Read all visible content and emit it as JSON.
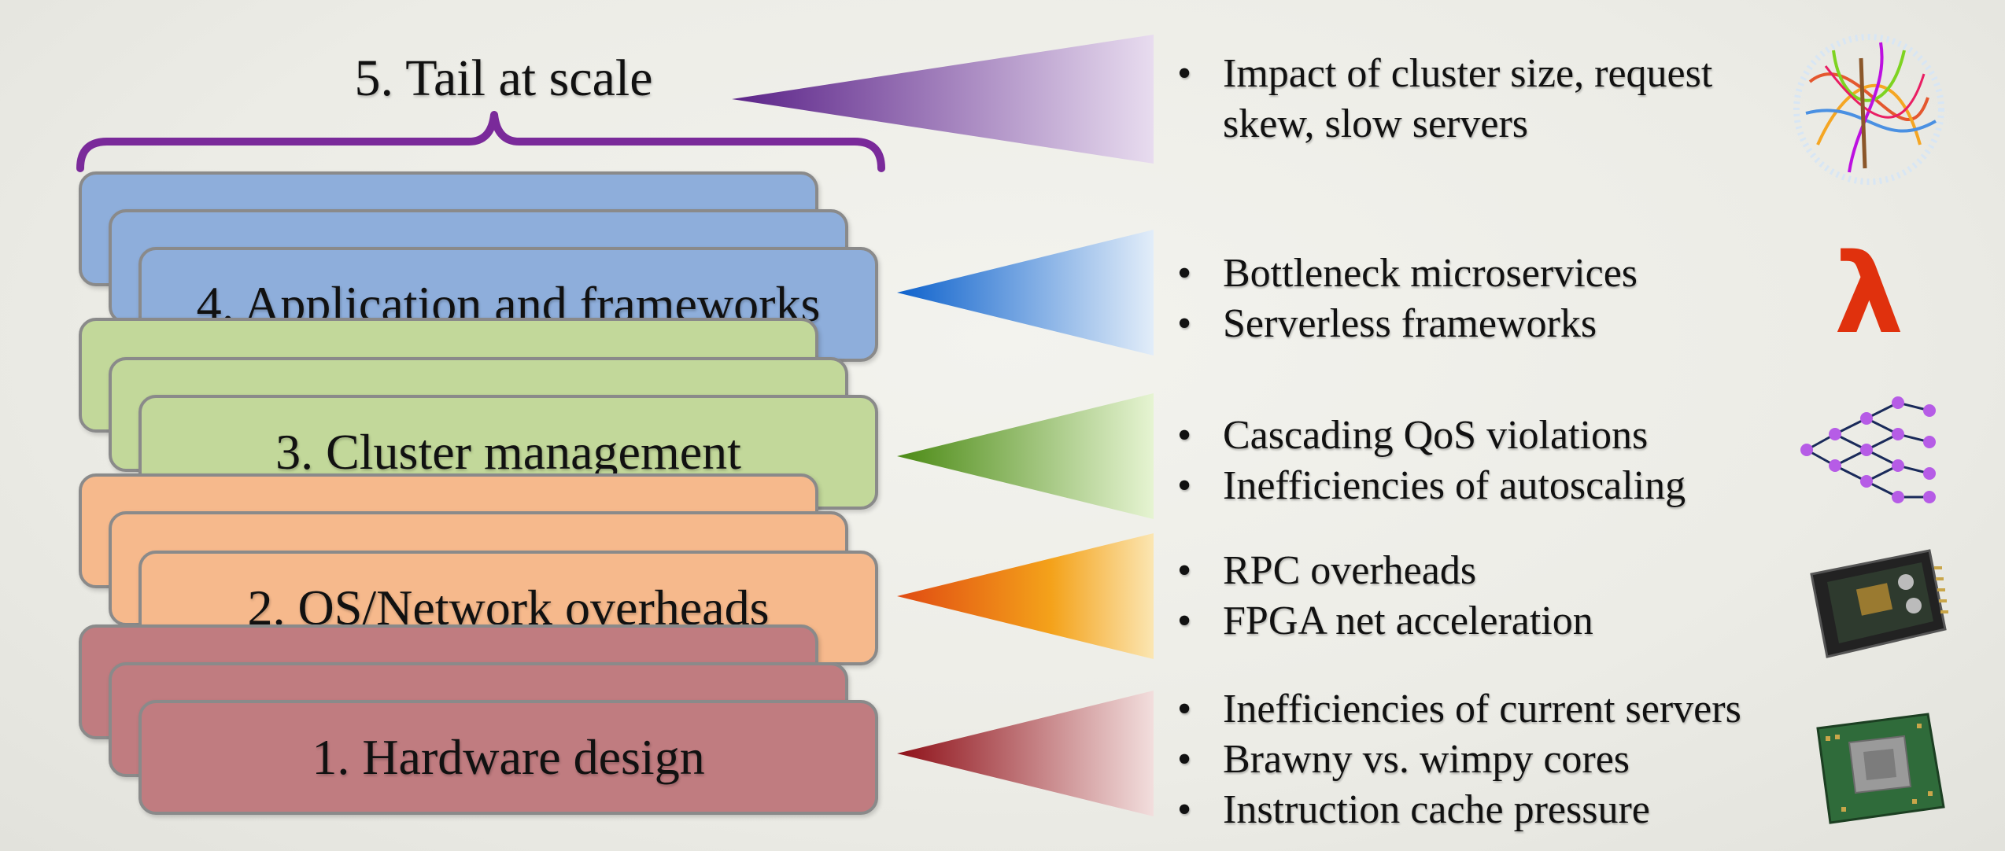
{
  "tail": {
    "title": "5. Tail at scale",
    "bullets": [
      "Impact of cluster size, request",
      "skew, slow servers"
    ],
    "icon": "tangled-graph-icon"
  },
  "layers": [
    {
      "label": "4. Application and frameworks",
      "color": "#8eaedb",
      "wedge_color": "#1e6fd0",
      "bullets": [
        "Bottleneck microservices",
        "Serverless frameworks"
      ],
      "icon": "lambda-icon",
      "icon_glyph": "λ"
    },
    {
      "label": "3. Cluster management",
      "color": "#c2d89a",
      "wedge_color": "#5a9a1c",
      "bullets": [
        "Cascading QoS violations",
        "Inefficiencies of autoscaling"
      ],
      "icon": "dependency-graph-icon"
    },
    {
      "label": "2. OS/Network overheads",
      "color": "#f6b98c",
      "wedge_color": "#e85c10",
      "bullets": [
        "RPC overheads",
        "FPGA net acceleration"
      ],
      "icon": "fpga-board-icon"
    },
    {
      "label": "1. Hardware design",
      "color": "#c07c80",
      "wedge_color": "#a01822",
      "bullets": [
        "Inefficiencies of current servers",
        "Brawny vs. wimpy cores",
        "Instruction cache pressure"
      ],
      "icon": "cpu-chip-icon"
    }
  ],
  "bullet_glyph": "•",
  "brace_color": "#7a2a9a",
  "tail_wedge_color": "#6a3394"
}
